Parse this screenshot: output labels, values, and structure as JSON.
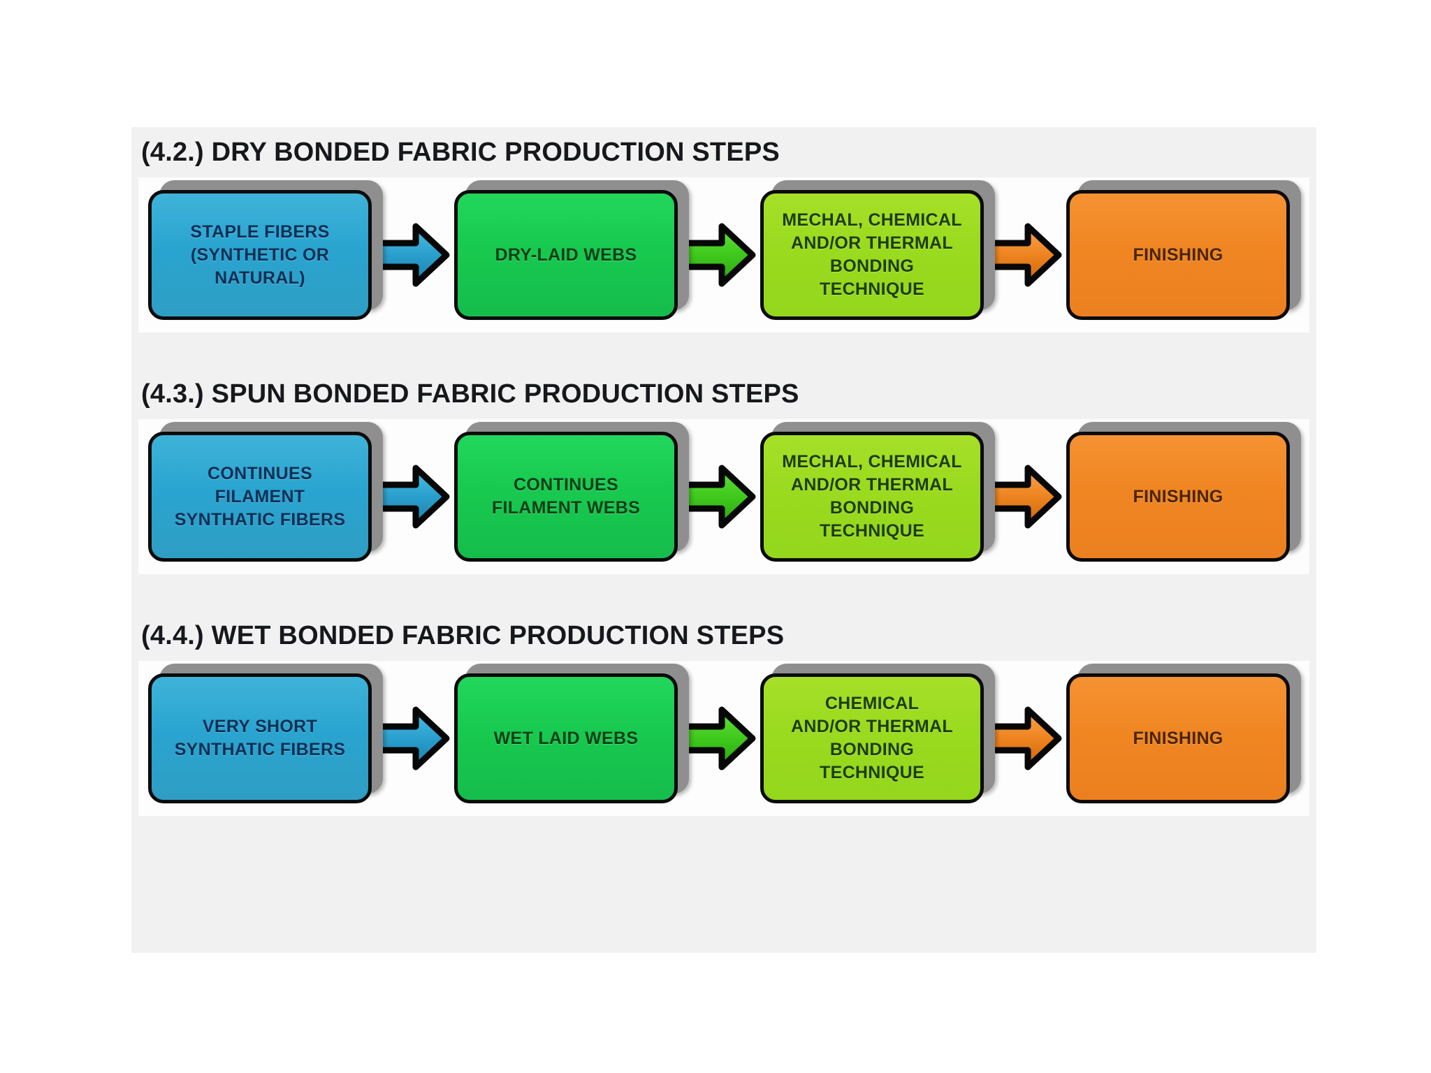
{
  "page": {
    "background": "#f1f1f1",
    "band_background": "#fdfdfd"
  },
  "colors": {
    "blue": "#29a4d0",
    "green": "#18c94f",
    "lime": "#9ada1f",
    "orange": "#f08622",
    "outline": "#0b0b0b",
    "shadow": "#8f8f8f",
    "title_text": "#17181c"
  },
  "sections": [
    {
      "id": "dry-bonded",
      "title": "(4.2.) DRY BONDED FABRIC PRODUCTION STEPS",
      "steps": [
        {
          "label": "STAPLE FIBERS\n(SYNTHETIC OR\nNATURAL)",
          "color": "blue"
        },
        {
          "label": "DRY-LAID WEBS",
          "color": "green"
        },
        {
          "label": "MECHAL, CHEMICAL\nAND/OR THERMAL\nBONDING\nTECHNIQUE",
          "color": "lime"
        },
        {
          "label": "FINISHING",
          "color": "orange"
        }
      ],
      "arrows": [
        {
          "color": "blue"
        },
        {
          "color": "green"
        },
        {
          "color": "orange"
        }
      ]
    },
    {
      "id": "spun-bonded",
      "title": "(4.3.) SPUN BONDED FABRIC PRODUCTION STEPS",
      "steps": [
        {
          "label": "CONTINUES\nFILAMENT\nSYNTHATIC FIBERS",
          "color": "blue"
        },
        {
          "label": "CONTINUES\nFILAMENT  WEBS",
          "color": "green"
        },
        {
          "label": "MECHAL, CHEMICAL\nAND/OR THERMAL\nBONDING\nTECHNIQUE",
          "color": "lime"
        },
        {
          "label": "FINISHING",
          "color": "orange"
        }
      ],
      "arrows": [
        {
          "color": "blue"
        },
        {
          "color": "green"
        },
        {
          "color": "orange"
        }
      ]
    },
    {
      "id": "wet-bonded",
      "title": "(4.4.) WET BONDED FABRIC PRODUCTION STEPS",
      "steps": [
        {
          "label": "VERY SHORT\nSYNTHATIC FIBERS",
          "color": "blue"
        },
        {
          "label": "WET LAID WEBS",
          "color": "green"
        },
        {
          "label": "CHEMICAL\nAND/OR THERMAL\nBONDING\nTECHNIQUE",
          "color": "lime"
        },
        {
          "label": "FINISHING",
          "color": "orange"
        }
      ],
      "arrows": [
        {
          "color": "blue"
        },
        {
          "color": "green"
        },
        {
          "color": "orange"
        }
      ]
    }
  ]
}
